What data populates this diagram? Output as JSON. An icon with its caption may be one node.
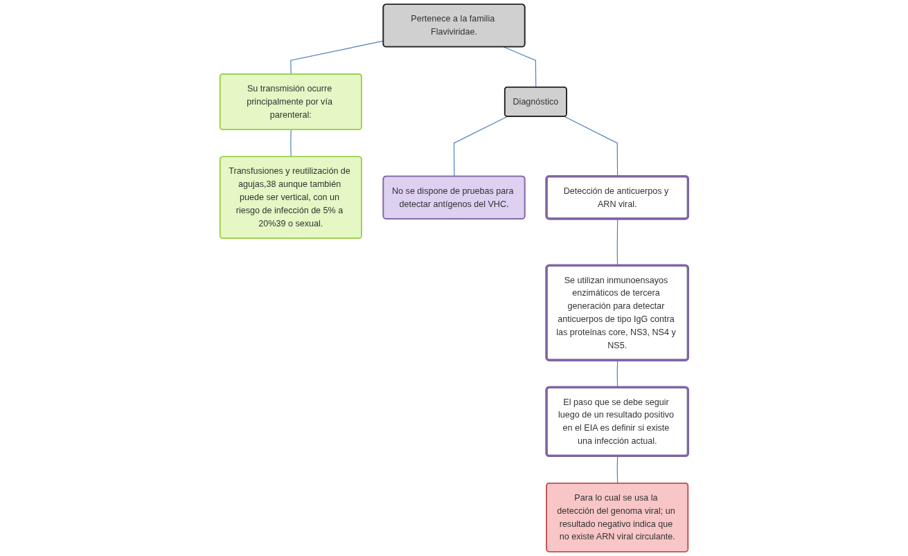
{
  "diagram": {
    "nodes": [
      {
        "text": [
          "Pertenece a la familia Flaviviridae."
        ]
      },
      {
        "text": [
          "Su transmisión ocurre principalmente por vía parenteral:"
        ]
      },
      {
        "text": [
          "Transfusiones y reutilización de agujas,38 aunque también puede ser vertical, con un riesgo de infección de 5% a 20%39 o sexual."
        ]
      },
      {
        "text": [
          "Diagnóstico"
        ]
      },
      {
        "text": [
          "No se dispone de pruebas para detectar antígenos del VHC."
        ]
      },
      {
        "text": [
          "Detección de anticuerpos y ARN viral."
        ]
      },
      {
        "text": [
          "Se utilizan inmunoensayos enzimáticos de tercera generación para detectar anticuerpos de tipo IgG contra las proteínas core, NS3, NS4 y NS5."
        ]
      },
      {
        "text": [
          "El paso que se debe seguir luego de un resultado positivo en el EIA es definir si existe una infección actual."
        ]
      },
      {
        "text": [
          "Para lo cual se usa la detección del genoma viral; un resultado negativo indica que no existe ARN viral circulante."
        ]
      }
    ],
    "edges": [
      {
        "from": 0,
        "to": 1,
        "arrow": "none"
      },
      {
        "from": 1,
        "to": 2,
        "arrow": "none"
      },
      {
        "from": 0,
        "to": 3,
        "arrow": "none"
      },
      {
        "from": 3,
        "to": 4,
        "arrow": "none"
      },
      {
        "from": 3,
        "to": 5,
        "arrow": "none"
      },
      {
        "from": 5,
        "to": 6,
        "arrow": "none"
      },
      {
        "from": 6,
        "to": 7,
        "arrow": "none"
      },
      {
        "from": 7,
        "to": 8,
        "arrow": "none"
      }
    ]
  }
}
